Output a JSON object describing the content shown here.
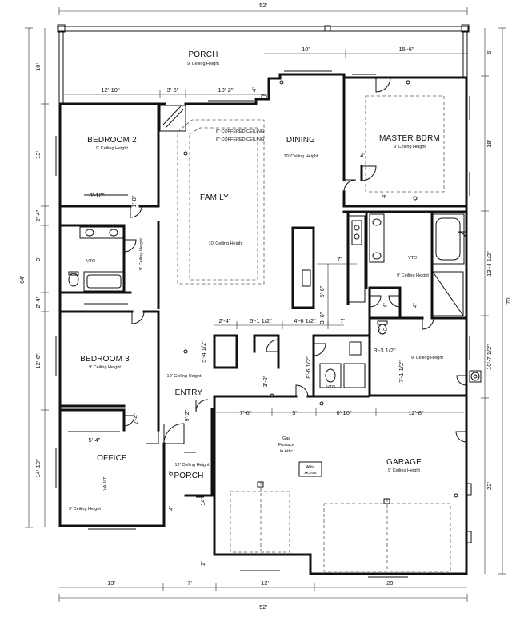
{
  "rooms": {
    "porch_top": {
      "name": "PORCH",
      "note": "9' Ceiling Height"
    },
    "bedroom2": {
      "name": "BEDROOM 2",
      "note": "9' Ceiling Height"
    },
    "family": {
      "name": "FAMILY",
      "note": "10' Ceiling Height",
      "ceiling1": "6\" COFFERED CEILING",
      "ceiling2": "6\" COFFERED CEILING"
    },
    "dining": {
      "name": "DINING",
      "note": "10' Ceiling Height"
    },
    "master": {
      "name": "MASTER BDRM",
      "note": "9' Ceiling Height"
    },
    "bedroom3": {
      "name": "BEDROOM 3",
      "note": "9' Ceiling Height"
    },
    "entry": {
      "name": "ENTRY",
      "note": "10' Ceiling Height"
    },
    "office": {
      "name": "OFFICE",
      "note": "9' Ceiling Height",
      "vault": "VAULT"
    },
    "porch_front": {
      "name": "PORCH",
      "note": "12' Ceiling Height"
    },
    "garage": {
      "name": "GARAGE",
      "note": "9' Ceiling Height",
      "furnace1": "Gas",
      "furnace2": "Furnace",
      "furnace3": "in Attic",
      "attic1": "Attic",
      "attic2": "Acess"
    },
    "master_bath": {
      "note": "9' Ceiling Height"
    },
    "closet": {
      "note": "9' Ceiling Height"
    },
    "hall_bath": {
      "note": "9' Ceiling Height"
    }
  },
  "fixtures": {
    "vto1": "VTO",
    "vto2": "VTO",
    "vto3": "VTO",
    "vto4": "VTO"
  },
  "dimensions": {
    "overall_top": "52'",
    "overall_bottom": "52'",
    "overall_left": "64'",
    "overall_right": "70'",
    "top_10": "10'",
    "top_15_6": "15'-6\"",
    "porch_12_10": "12'-10\"",
    "porch_3_6": "3'-6\"",
    "porch_10_2": "10'-2\"",
    "porch_4": "4'",
    "bath_8_10": "8'-10\"",
    "bath_1_8": "1'-8\"",
    "bath_4": "4'",
    "hall_2_4": "2'-4\"",
    "hall_5_1": "5'-1 1/2\"",
    "hall_4_6": "4'-6 1/2\"",
    "hall_7": "7'",
    "kit_7": "7'",
    "kit_5_6": "5'-6\"",
    "kit_3_6": "3'-6\"",
    "entry_5_4": "5'-4 1/2\"",
    "entry_3_2": "3'-2\"",
    "entry_8_6": "8'-6 1/2\"",
    "bath_7_1": "7'-1 1/2\"",
    "bath_3_3": "3'-3 1/2\"",
    "master_4a": "4'",
    "master_4b": "4'",
    "master_4c": "4'",
    "garage_7_6": "7'-6\"",
    "garage_5": "5'",
    "garage_6_10": "6'-10\"",
    "garage_12_8": "12'-8\"",
    "office_2_4": "2'-4\"",
    "office_5_4": "5'-4\"",
    "porch_9_2": "9'-2\"",
    "porch_6": "6'",
    "porch_14": "14'",
    "garage_2": "2'",
    "left_10": "10'",
    "left_13": "13'",
    "left_2_4a": "2'-4\"",
    "left_9": "9'",
    "left_2_4b": "2'-4\"",
    "left_12_6": "12'-6\"",
    "left_14_10": "14'-10\"",
    "right_6": "6'",
    "right_18": "18'",
    "right_13_4": "13'-4 1/2\"",
    "right_10_7": "10'-7 1/2\"",
    "right_22": "22'",
    "bottom_13": "13'",
    "bottom_7": "7'",
    "bottom_12": "12'",
    "bottom_20": "20'"
  }
}
